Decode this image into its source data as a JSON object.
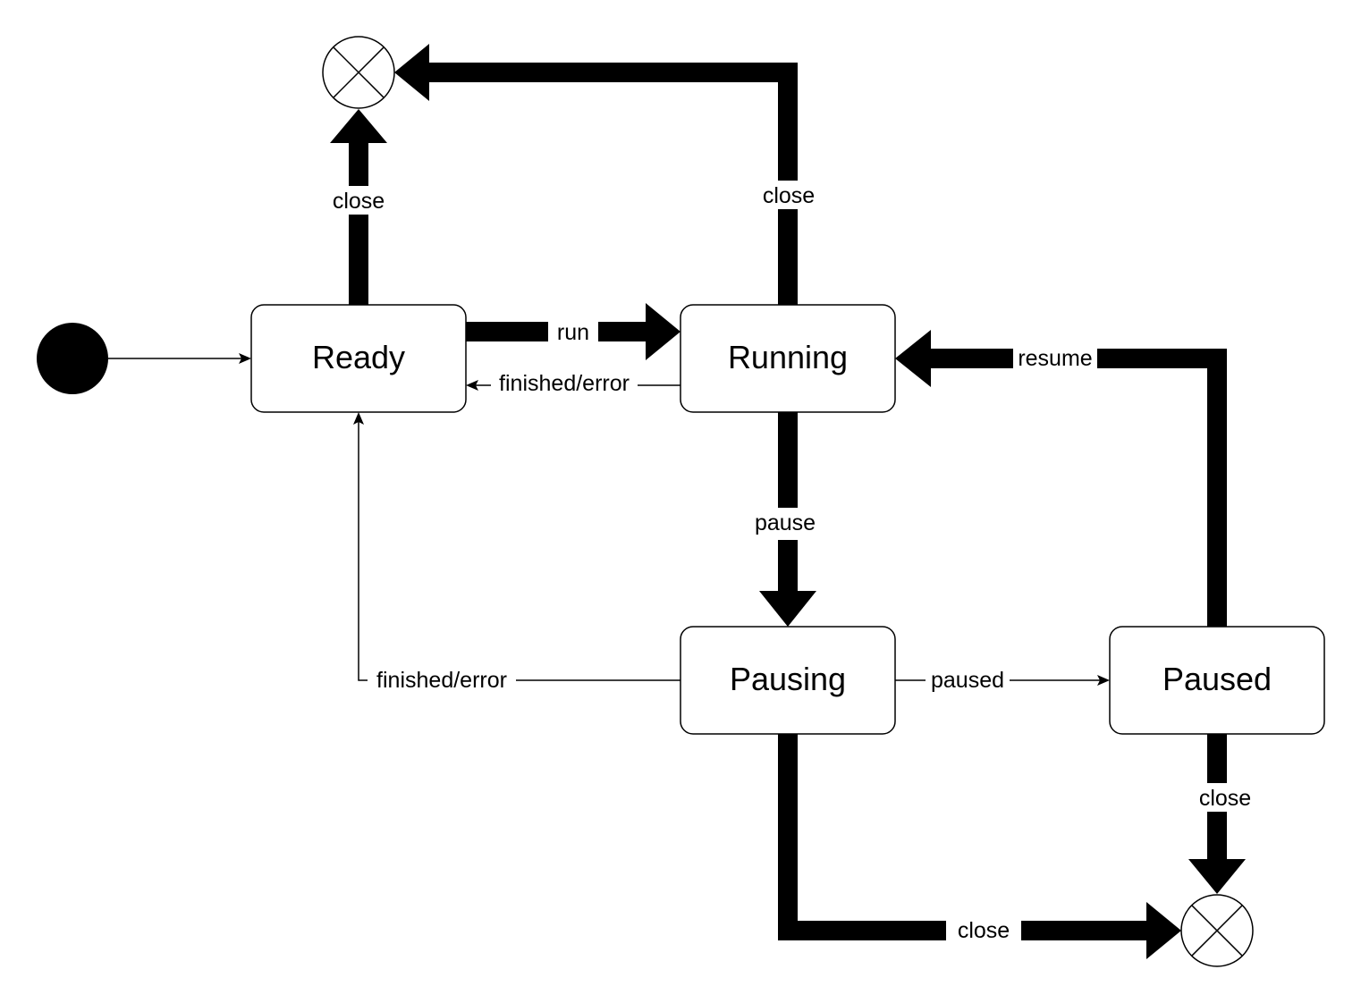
{
  "states": {
    "ready": "Ready",
    "running": "Running",
    "pausing": "Pausing",
    "paused": "Paused"
  },
  "transitions": {
    "ready_close": "close",
    "running_close": "close",
    "run": "run",
    "finished_error_running": "finished/error",
    "resume": "resume",
    "pause": "pause",
    "finished_error_pausing": "finished/error",
    "paused": "paused",
    "paused_close": "close",
    "pausing_close": "close"
  },
  "colors": {
    "stroke": "#000000",
    "fill": "#ffffff"
  }
}
